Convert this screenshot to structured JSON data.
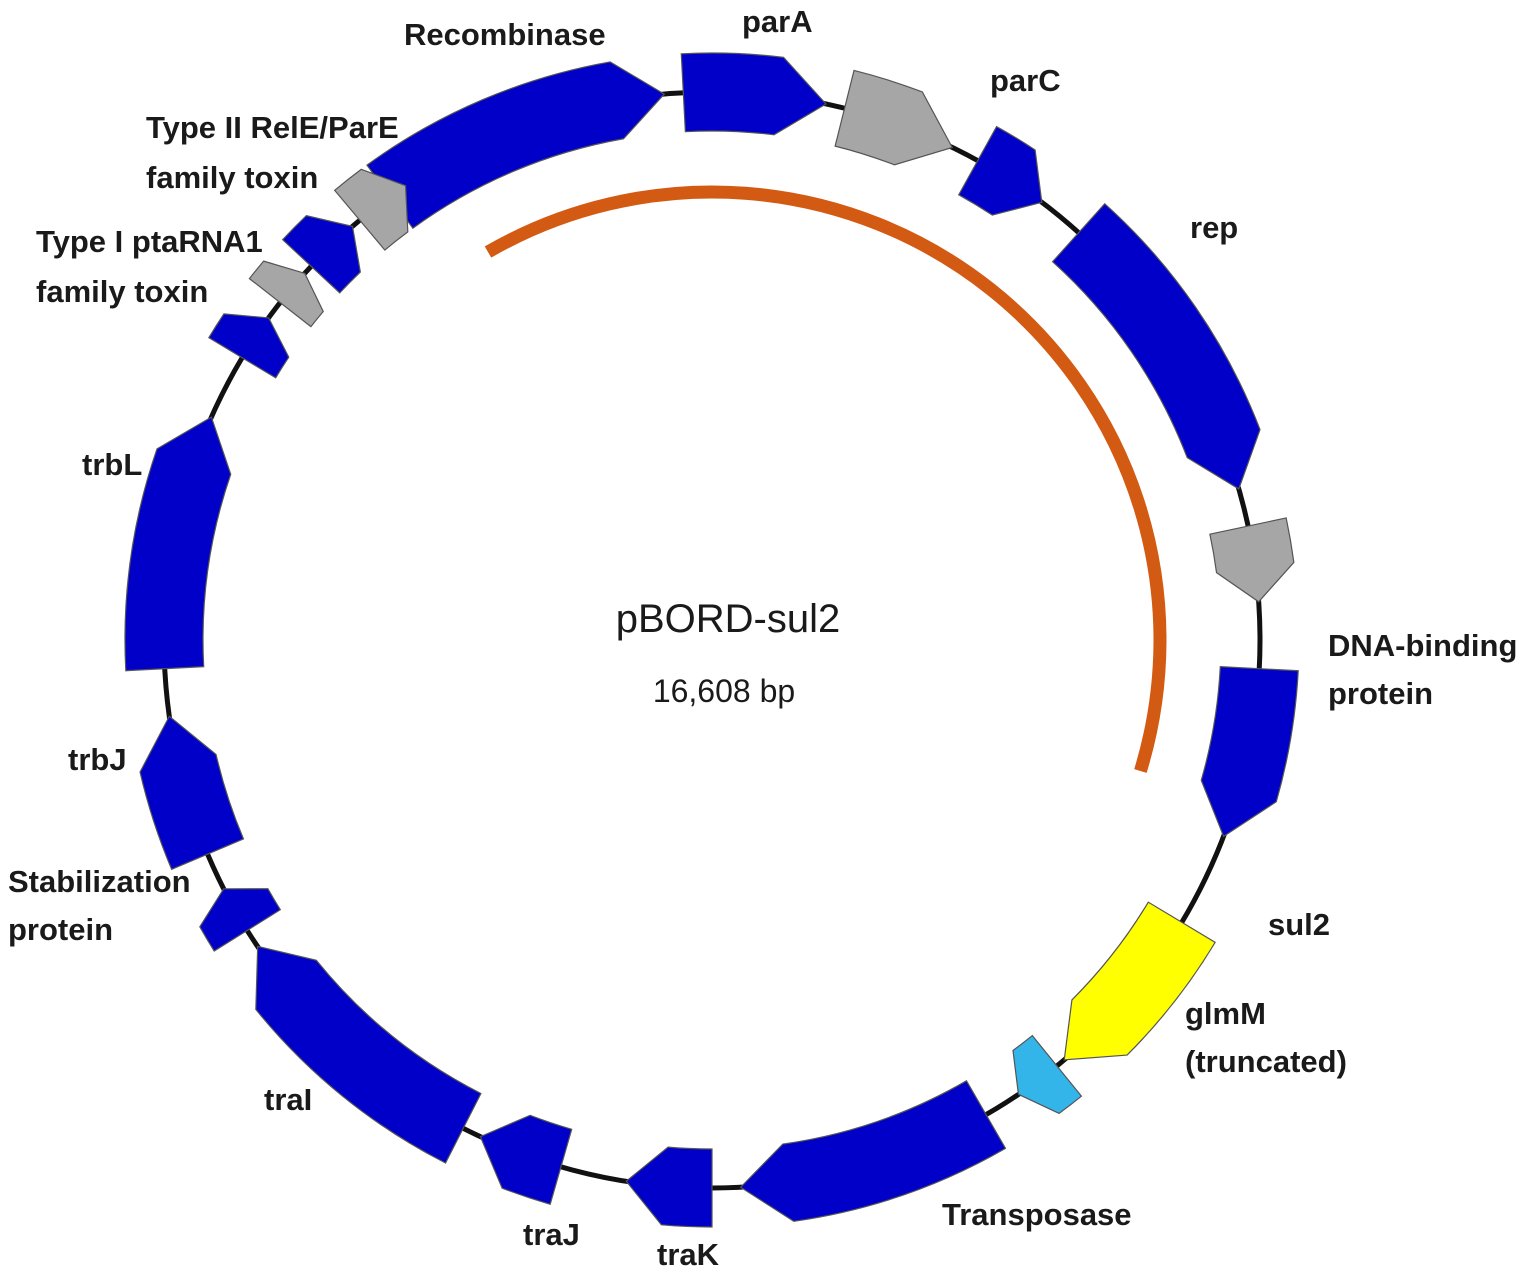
{
  "plasmid": {
    "name": "pBORD-sul2",
    "size_label": "16,608 bp",
    "size_bp": 16608
  },
  "colors": {
    "backbone": "#111111",
    "region_arc": "#d35a12",
    "gene_default": "#0000c8",
    "gene_hypothetical": "#a6a6a6",
    "gene_resistance": "#ffff00",
    "gene_truncated": "#33b5ea"
  },
  "region": {
    "start_deg": 330,
    "end_deg": 107
  },
  "genes": [
    {
      "id": "recombinase",
      "label": "Recombinase",
      "start": 324,
      "end": 355,
      "kind": "gene_default"
    },
    {
      "id": "parA",
      "label": "parA",
      "start": 357,
      "end": 12,
      "kind": "gene_default"
    },
    {
      "id": "hyp-1",
      "label": "",
      "start": 14,
      "end": 26,
      "kind": "gene_hypothetical"
    },
    {
      "id": "parC",
      "label": "parC",
      "start": 29,
      "end": 37,
      "kind": "gene_default"
    },
    {
      "id": "rep",
      "label": "rep",
      "start": 42,
      "end": 74,
      "kind": "gene_default"
    },
    {
      "id": "hyp-2",
      "label": "",
      "start": 78,
      "end": 86,
      "kind": "gene_hypothetical"
    },
    {
      "id": "dna-binding",
      "label": "DNA-binding protein",
      "start": 93,
      "end": 111,
      "kind": "gene_default"
    },
    {
      "id": "sul2",
      "label": "sul2",
      "start": 121,
      "end": 140,
      "kind": "gene_resistance"
    },
    {
      "id": "glmM",
      "label": "glmM (truncated)",
      "start": 141,
      "end": 146,
      "kind": "gene_truncated"
    },
    {
      "id": "transposase",
      "label": "Transposase",
      "start": 150,
      "end": 177,
      "kind": "gene_default"
    },
    {
      "id": "traK",
      "label": "traK",
      "start": 180,
      "end": 189,
      "kind": "gene_default"
    },
    {
      "id": "traJ",
      "label": "traJ",
      "start": 196,
      "end": 205,
      "kind": "gene_default"
    },
    {
      "id": "traI",
      "label": "traI",
      "start": 207,
      "end": 236,
      "kind": "gene_default"
    },
    {
      "id": "stabilization",
      "label": "Stabilization protein",
      "start": 238,
      "end": 243,
      "kind": "gene_default"
    },
    {
      "id": "trbJ",
      "label": "trbJ",
      "start": 247,
      "end": 262,
      "kind": "gene_default"
    },
    {
      "id": "trbL",
      "label": "trbL",
      "start": 267,
      "end": 294,
      "kind": "gene_default"
    },
    {
      "id": "type-i-toxin",
      "label": "Type I ptaRNA1 family toxin",
      "start": 301,
      "end": 306,
      "kind": "gene_default"
    },
    {
      "id": "hyp-3",
      "label": "",
      "start": 308,
      "end": 312,
      "kind": "gene_hypothetical"
    },
    {
      "id": "type-ii-toxin",
      "label": "Type II RelE/ParE family toxin",
      "start": 313,
      "end": 319,
      "kind": "gene_default"
    },
    {
      "id": "hyp-4",
      "label": "",
      "start": 320,
      "end": 326,
      "kind": "gene_hypothetical"
    }
  ],
  "labels": {
    "recombinase": [
      "Recombinase"
    ],
    "parA": [
      "parA"
    ],
    "parC": [
      "parC"
    ],
    "rep": [
      "rep"
    ],
    "dna_binding": [
      "DNA-binding",
      "protein"
    ],
    "sul2": [
      "sul2"
    ],
    "glmM": [
      "glmM",
      "(truncated)"
    ],
    "transposase": [
      "Transposase"
    ],
    "traK": [
      "traK"
    ],
    "traJ": [
      "traJ"
    ],
    "traI": [
      "traI"
    ],
    "stabilization": [
      "Stabilization",
      "protein"
    ],
    "trbJ": [
      "trbJ"
    ],
    "trbL": [
      "trbL"
    ],
    "type_i_toxin": [
      "Type I ptaRNA1",
      "family toxin"
    ],
    "type_ii_toxin": [
      "Type II RelE/ParE",
      "family toxin"
    ]
  }
}
